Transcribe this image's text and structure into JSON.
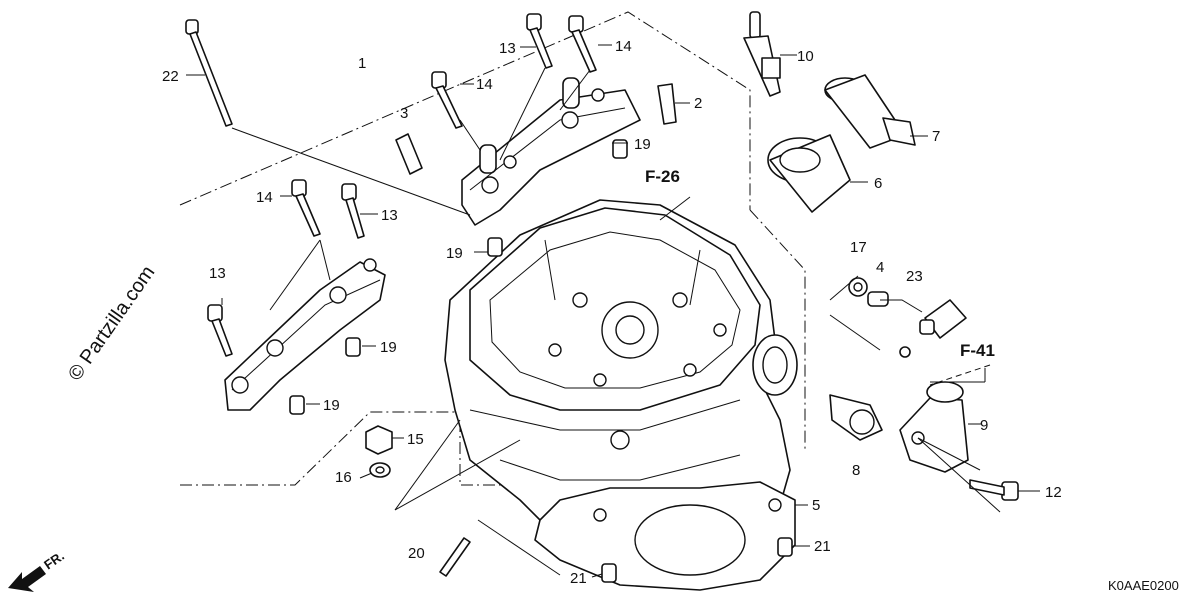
{
  "callouts": {
    "c1": "1",
    "c2": "2",
    "c3": "3",
    "c4": "4",
    "c5": "5",
    "c6": "6",
    "c7": "7",
    "c8": "8",
    "c9": "9",
    "c10": "10",
    "c11_12": "12",
    "c13a": "13",
    "c13b": "13",
    "c13c": "13",
    "c14a": "14",
    "c14b": "14",
    "c14c": "14",
    "c15": "15",
    "c16": "16",
    "c17": "17",
    "c19a": "19",
    "c19b": "19",
    "c19c": "19",
    "c19d": "19",
    "c20": "20",
    "c21a": "21",
    "c21b": "21",
    "c22": "22",
    "c23": "23"
  },
  "references": {
    "f26": "F-26",
    "f41": "F-41"
  },
  "watermark": "© Partzilla.com",
  "front_marker": "FR.",
  "diagram_code": "K0AAE0200"
}
